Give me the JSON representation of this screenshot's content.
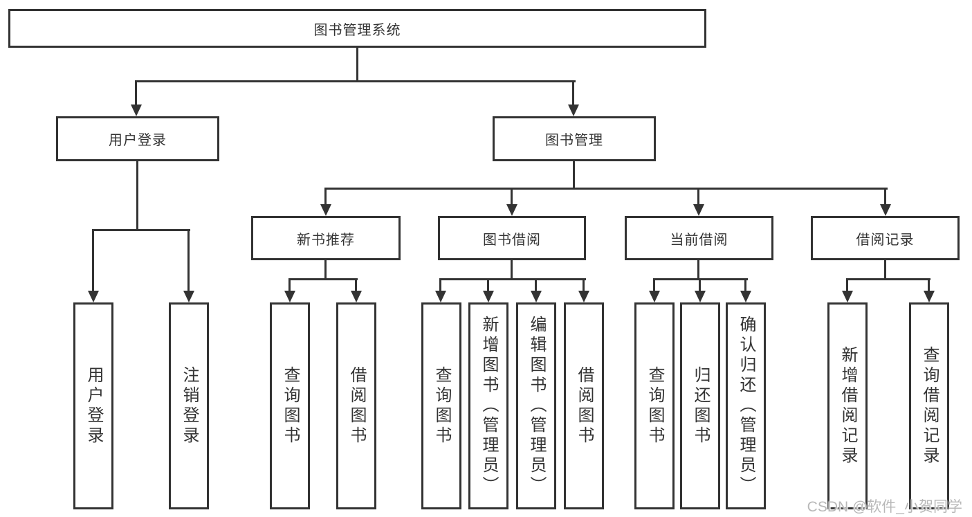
{
  "colors": {
    "line": "#333333",
    "box_border": "#333333",
    "text": "#333333",
    "background": "#ffffff",
    "watermark": "#b8b8b8"
  },
  "watermark": {
    "text": "CSDN @软件_小贺同学"
  },
  "tree": {
    "root": {
      "label": "图书管理系统"
    },
    "level2": [
      {
        "label": "用户登录",
        "children": [
          {
            "label": "用户登录"
          },
          {
            "label": "注销登录"
          }
        ]
      },
      {
        "label": "图书管理",
        "children": [
          {
            "label": "新书推荐",
            "children": [
              {
                "label": "查询图书"
              },
              {
                "label": "借阅图书"
              }
            ]
          },
          {
            "label": "图书借阅",
            "children": [
              {
                "label": "查询图书"
              },
              {
                "label": "新增图书（管理员）"
              },
              {
                "label": "编辑图书（管理员）"
              },
              {
                "label": "借阅图书"
              }
            ]
          },
          {
            "label": "当前借阅",
            "children": [
              {
                "label": "查询图书"
              },
              {
                "label": "归还图书"
              },
              {
                "label": "确认归还（管理员）"
              }
            ]
          },
          {
            "label": "借阅记录",
            "children": [
              {
                "label": "新增借阅记录"
              },
              {
                "label": "查询借阅记录"
              }
            ]
          }
        ]
      }
    ]
  }
}
